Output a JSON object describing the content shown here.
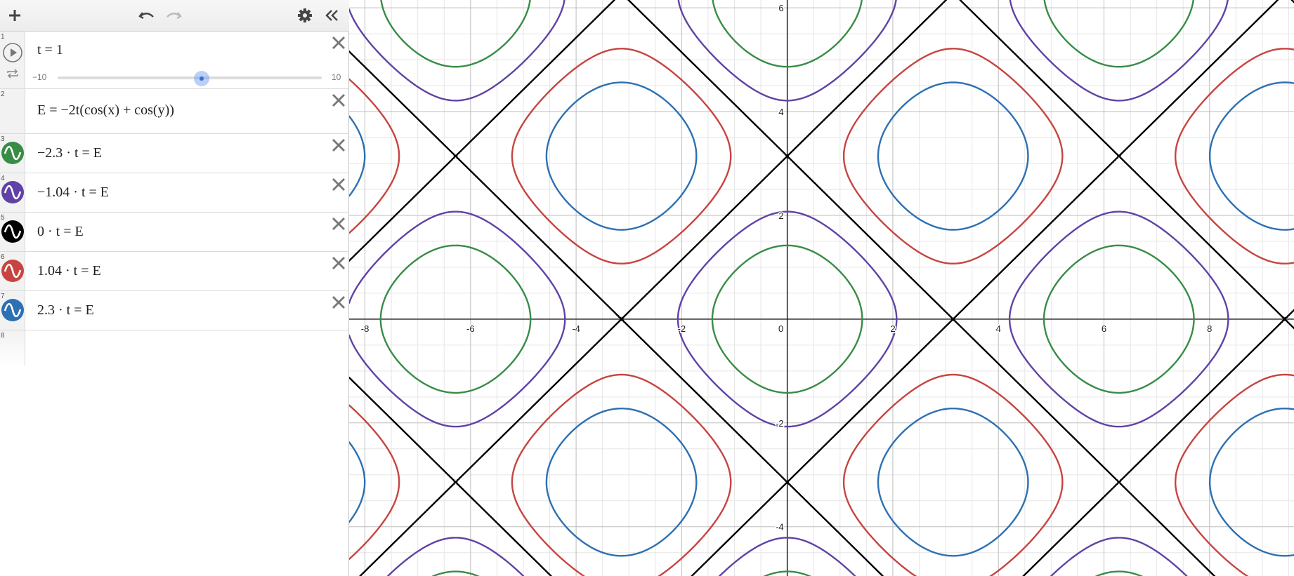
{
  "colors": {
    "green": "#388c46",
    "purple": "#6042a6",
    "black": "#000000",
    "red": "#c74440",
    "blue": "#2d70b3",
    "slider": "#2f6fe0"
  },
  "toolbar": {
    "add_icon": "plus-icon",
    "undo_icon": "undo-icon",
    "redo_icon": "redo-icon",
    "settings_icon": "gear-icon",
    "collapse_icon": "double-chevron-left-icon"
  },
  "expressions": [
    {
      "index": "1",
      "latex": "t = 1",
      "slider": {
        "min": "−10",
        "max": "10",
        "value": 1
      }
    },
    {
      "index": "2",
      "latex": "E = −2t(cos(x) + cos(y))"
    },
    {
      "index": "3",
      "latex": "−2.3 · t = E",
      "k": -2.3,
      "color": "green"
    },
    {
      "index": "4",
      "latex": "−1.04 · t = E",
      "k": -1.04,
      "color": "purple"
    },
    {
      "index": "5",
      "latex": "0 · t = E",
      "k": 0,
      "color": "black"
    },
    {
      "index": "6",
      "latex": "1.04 · t = E",
      "k": 1.04,
      "color": "red"
    },
    {
      "index": "7",
      "latex": "2.3 · t = E",
      "k": 2.3,
      "color": "blue"
    },
    {
      "index": "8",
      "latex": ""
    }
  ],
  "graph": {
    "xlim": [
      -8.3,
      9.6
    ],
    "ylim": [
      -4.95,
      6.15
    ],
    "x_ticks": [
      "-8",
      "-6",
      "-4",
      "-2",
      "0",
      "2",
      "4",
      "6",
      "8"
    ],
    "y_ticks": [
      "-4",
      "-2",
      "2",
      "4",
      "6"
    ],
    "minor_grid": 0.5,
    "major_grid": 2
  }
}
